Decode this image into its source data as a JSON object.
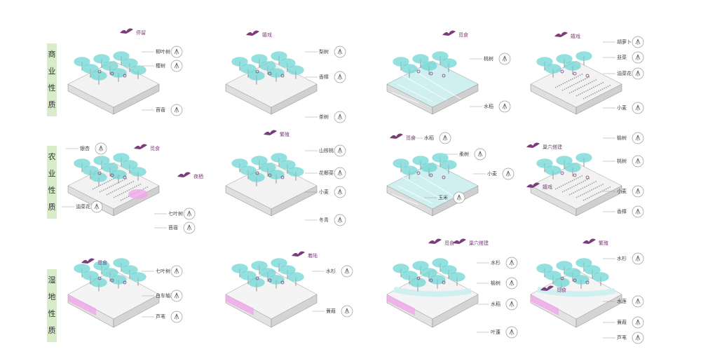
{
  "categories": [
    {
      "id": "commercial",
      "chars": [
        "商",
        "业",
        "性",
        "质"
      ]
    },
    {
      "id": "agricultural",
      "chars": [
        "农",
        "业",
        "性",
        "质"
      ]
    },
    {
      "id": "wetland",
      "chars": [
        "湿",
        "地",
        "性",
        "质"
      ]
    }
  ],
  "panels": [
    {
      "id": "r1c1",
      "bird_labels": [
        "停留"
      ],
      "plant_labels": [
        "柳叶树",
        "樱树",
        "苜蓿"
      ]
    },
    {
      "id": "r1c2",
      "bird_labels": [
        "嬉戏"
      ],
      "plant_labels": [
        "梨树",
        "香樟",
        "茶树"
      ]
    },
    {
      "id": "r1c3",
      "bird_labels": [
        "觅食"
      ],
      "plant_labels": [
        "桃树",
        "水稻"
      ]
    },
    {
      "id": "r1c4",
      "bird_labels": [
        "嬉戏"
      ],
      "plant_labels": [
        "胡萝卜",
        "韭菜",
        "油菜花",
        "小麦"
      ]
    },
    {
      "id": "r2c1",
      "bird_labels": [
        "觅食",
        "夜栖"
      ],
      "plant_labels": [
        "银杏",
        "油菜花",
        "七叶树",
        "苜蓿"
      ]
    },
    {
      "id": "r2c2",
      "bird_labels": [
        "繁殖"
      ],
      "plant_labels": [
        "山核桃",
        "花椰菜",
        "小麦",
        "冬青"
      ]
    },
    {
      "id": "r2c3",
      "bird_labels": [
        "觅食"
      ],
      "plant_labels": [
        "水稻",
        "柔树",
        "小麦",
        "玉米"
      ]
    },
    {
      "id": "r2c4",
      "bird_labels": [
        "巢穴搭建",
        "嬉戏"
      ],
      "plant_labels": [
        "榆树",
        "桃树",
        "小麦",
        "香樟"
      ]
    },
    {
      "id": "r3c1",
      "bird_labels": [
        "觅食"
      ],
      "plant_labels": [
        "七叶树",
        "白车轴草",
        "芦苇"
      ]
    },
    {
      "id": "r3c2",
      "bird_labels": [
        "着陆"
      ],
      "plant_labels": [
        "水杉",
        "蒹葭"
      ]
    },
    {
      "id": "r3c3",
      "bird_labels": [
        "觅食",
        "巢穴搭建"
      ],
      "plant_labels": [
        "水杉",
        "榆树",
        "水稻",
        "叶蓬"
      ]
    },
    {
      "id": "r3c4",
      "bird_labels": [
        "繁殖",
        "觅食"
      ],
      "plant_labels": [
        "水杉",
        "水莲",
        "蒹葭",
        "芦苇"
      ]
    }
  ],
  "colors": {
    "canopy": "#6fd6d4",
    "accent": "#7a3d7a",
    "pink": "#f0a8ea",
    "water": "#cfeff0",
    "green": "#7fd07a",
    "band": "#d8ecc9"
  }
}
